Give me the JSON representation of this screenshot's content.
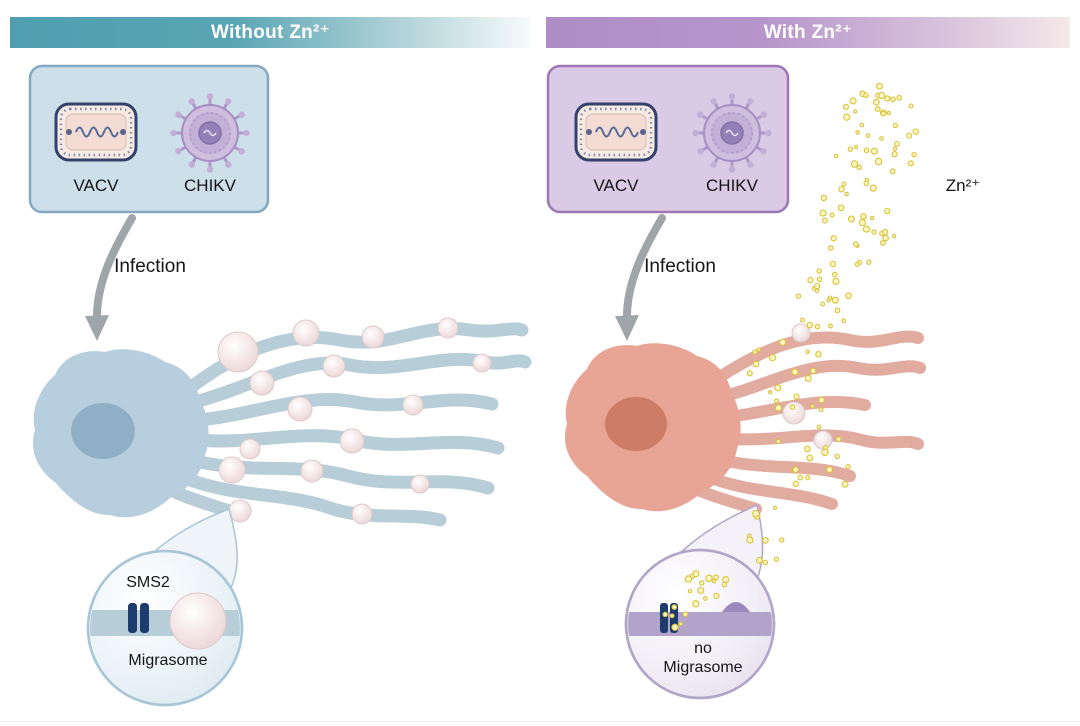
{
  "figure": {
    "left_panel": {
      "header": "Without Zn²⁺",
      "vacv_label": "VACV",
      "chikv_label": "CHIKV",
      "infection_label": "Infection",
      "magnifier": {
        "sms2_label": "SMS2",
        "migrasome_label": "Migrasome"
      }
    },
    "right_panel": {
      "header": "With Zn²⁺",
      "vacv_label": "VACV",
      "chikv_label": "CHIKV",
      "infection_label": "Infection",
      "zinc_label": "Zn²⁺",
      "magnifier": {
        "line1": "no",
        "line2": "Migrasome"
      }
    },
    "colors": {
      "left_header": "#4f9fb0",
      "right_header": "#b08cc6",
      "left_box_fill": "#cde0ea",
      "left_box_border": "#84a8c2",
      "right_box_fill": "#dacae5",
      "right_box_border": "#9d77b6",
      "left_cell": "#b6cedd",
      "left_nucleus": "#8fafc6",
      "right_cell": "#e8a495",
      "right_nucleus": "#cd7c66",
      "migrasome": "#f2e3e3",
      "zinc_dot": "#d9c23a",
      "sms2_protein": "#1d3c6e",
      "arrow": "#9fa6aa"
    }
  }
}
